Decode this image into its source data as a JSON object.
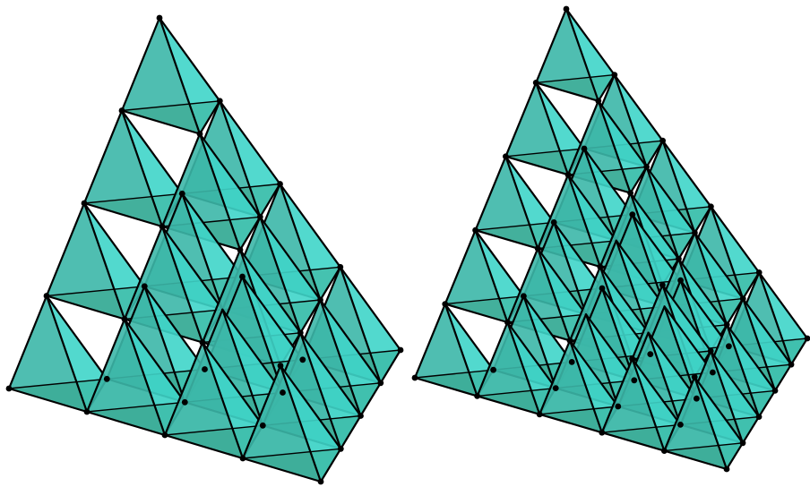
{
  "figure": {
    "colors": {
      "background": "#ffffff",
      "face_dark": "#3fb0a0",
      "face_mid": "#37c4b6",
      "face_light": "#45e0d4",
      "base_face": "#2fa58e",
      "edge": "#000000",
      "vertex": "#000000"
    },
    "panels": [
      {
        "name": "tetrahedral-stack-order-4",
        "layers": 4
      },
      {
        "name": "tetrahedral-stack-order-5",
        "layers": 5
      }
    ]
  }
}
